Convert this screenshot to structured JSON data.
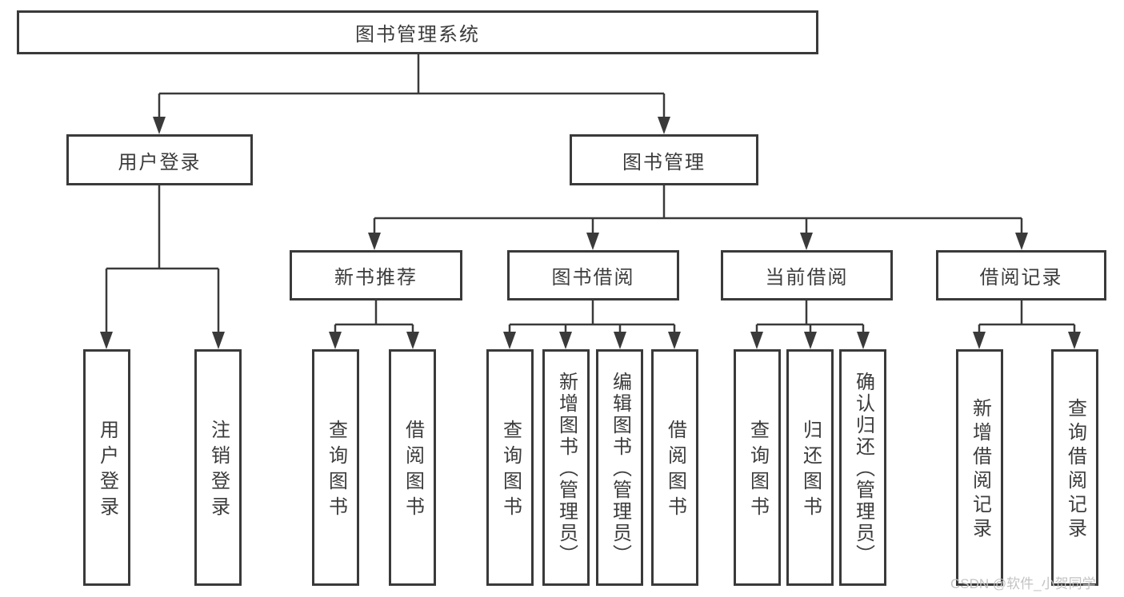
{
  "diagram": {
    "tree": {
      "root": {
        "label": "图书管理系统",
        "children": [
          {
            "label": "用户登录",
            "children": [
              {
                "label": "用户登录"
              },
              {
                "label": "注销登录"
              }
            ]
          },
          {
            "label": "图书管理",
            "children": [
              {
                "label": "新书推荐",
                "children": [
                  {
                    "label": "查询图书"
                  },
                  {
                    "label": "借阅图书"
                  }
                ]
              },
              {
                "label": "图书借阅",
                "children": [
                  {
                    "label": "查询图书"
                  },
                  {
                    "label": "新增图书（管理员）"
                  },
                  {
                    "label": "编辑图书（管理员）"
                  },
                  {
                    "label": "借阅图书"
                  }
                ]
              },
              {
                "label": "当前借阅",
                "children": [
                  {
                    "label": "查询图书"
                  },
                  {
                    "label": "归还图书"
                  },
                  {
                    "label": "确认归还（管理员）"
                  }
                ]
              },
              {
                "label": "借阅记录",
                "children": [
                  {
                    "label": "新增借阅记录"
                  },
                  {
                    "label": "查询借阅记录"
                  }
                ]
              }
            ]
          }
        ]
      }
    },
    "watermark": "CSDN @软件_小贺同学",
    "colors": {
      "line": "#3a3a3a",
      "box_border": "#3a3a3a",
      "text": "#3c3c3c",
      "watermark": "#c3c3c3",
      "background": "#ffffff"
    }
  }
}
